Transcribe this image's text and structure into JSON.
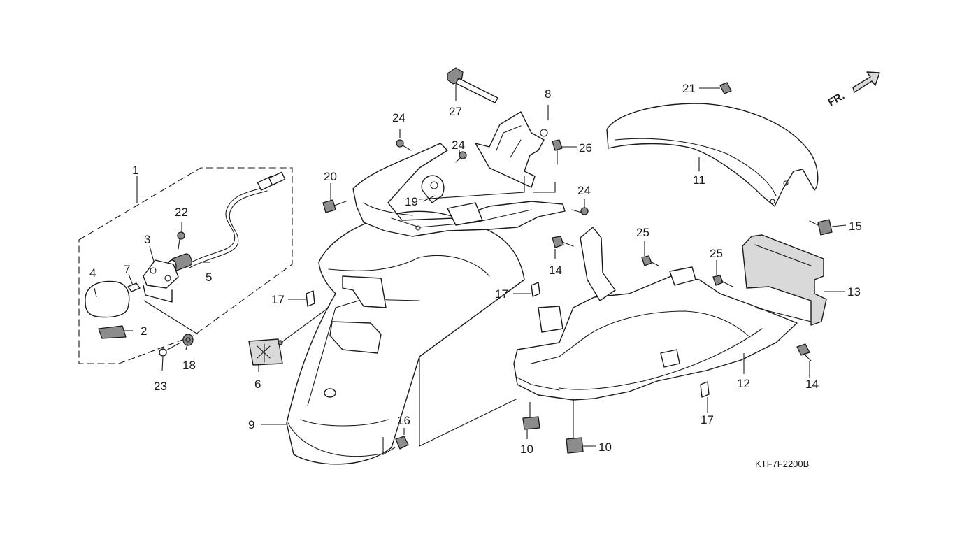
{
  "diagram": {
    "code": "KTF7F2200B",
    "direction_label": "FR.",
    "callouts": [
      "1",
      "2",
      "3",
      "4",
      "5",
      "6",
      "7",
      "8",
      "9",
      "10",
      "10",
      "11",
      "12",
      "13",
      "14",
      "14",
      "15",
      "16",
      "17",
      "17",
      "17",
      "18",
      "19",
      "20",
      "21",
      "22",
      "23",
      "24",
      "24",
      "24",
      "25",
      "25",
      "26",
      "27"
    ]
  }
}
